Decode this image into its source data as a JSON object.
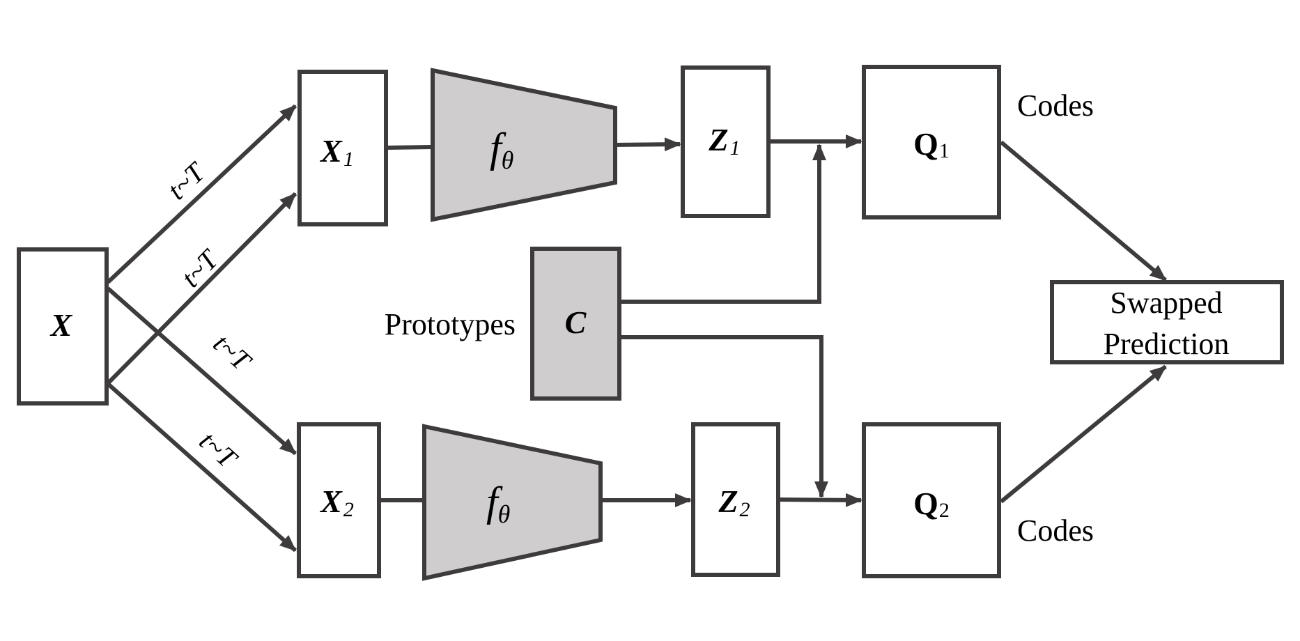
{
  "title": "Swapped prediction with prototypes",
  "colors": {
    "stroke": "#3d3b3c",
    "shaded_fill": "#cfcdce",
    "background": "#ffffff"
  },
  "nodes": {
    "input": {
      "symbol": "X",
      "subscript": ""
    },
    "view1": {
      "symbol": "X",
      "subscript": "1"
    },
    "view2": {
      "symbol": "X",
      "subscript": "2"
    },
    "encoder1": {
      "symbol": "f",
      "subscript": "θ"
    },
    "encoder2": {
      "symbol": "f",
      "subscript": "θ"
    },
    "z1": {
      "symbol": "Z",
      "subscript": "1"
    },
    "z2": {
      "symbol": "Z",
      "subscript": "2"
    },
    "q1": {
      "symbol": "Q",
      "subscript": "1"
    },
    "q2": {
      "symbol": "Q",
      "subscript": "2"
    },
    "prototypes": {
      "symbol": "C",
      "subscript": ""
    },
    "swapped": {
      "line1": "Swapped",
      "line2": "Prediction"
    }
  },
  "labels": {
    "prototypes": "Prototypes",
    "codes_top": "Codes",
    "codes_bottom": "Codes"
  },
  "edges": {
    "aug_label": "t~T",
    "aug_labels": [
      "t~T",
      "t~T",
      "t~T",
      "t~T"
    ]
  }
}
